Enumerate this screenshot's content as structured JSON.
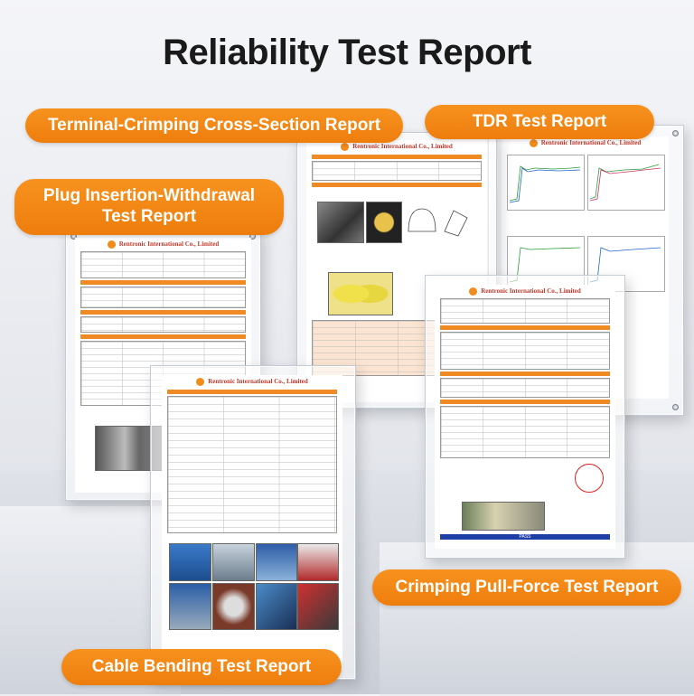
{
  "title": "Reliability Test Report",
  "labels": {
    "crimping_cross_section": "Terminal-Crimping Cross-Section Report",
    "tdr": "TDR Test Report",
    "plug_insertion": "Plug Insertion-Withdrawal Test Report",
    "crimping_pull_force": "Crimping Pull-Force Test Report",
    "cable_bending": "Cable Bending Test Report"
  },
  "doc_text": {
    "company": "Rentronic International Co., Limited",
    "pass": "PASS"
  },
  "colors": {
    "accent_orange": "#F28A1E",
    "title_text": "#1A1A1A",
    "pill_text": "#FFFFFF"
  }
}
